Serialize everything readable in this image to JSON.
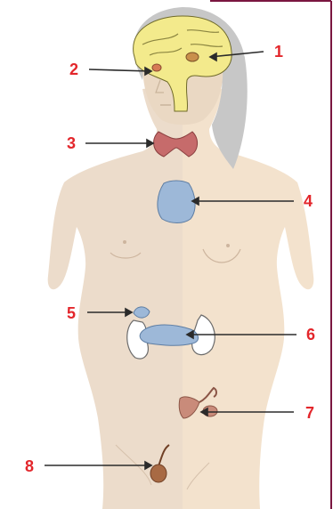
{
  "diagram": {
    "colors": {
      "accent_red": "#e3262b",
      "frame_purple": "#7a1640",
      "skin_left": "#ecdccb",
      "skin_right": "#f3e2cd",
      "hair": "#c7c7c7",
      "brain": "#f3ea8c",
      "thyroid": "#c66b6b",
      "gland_blue": "#9db8d8",
      "kidney": "#ffffff",
      "ovary": "#c98b7a",
      "testis": "#a86a44"
    },
    "labels": [
      {
        "id": "1",
        "text": "1"
      },
      {
        "id": "2",
        "text": "2"
      },
      {
        "id": "3",
        "text": "3"
      },
      {
        "id": "4",
        "text": "4"
      },
      {
        "id": "5",
        "text": "5"
      },
      {
        "id": "6",
        "text": "6"
      },
      {
        "id": "7",
        "text": "7"
      },
      {
        "id": "8",
        "text": "8"
      }
    ]
  }
}
